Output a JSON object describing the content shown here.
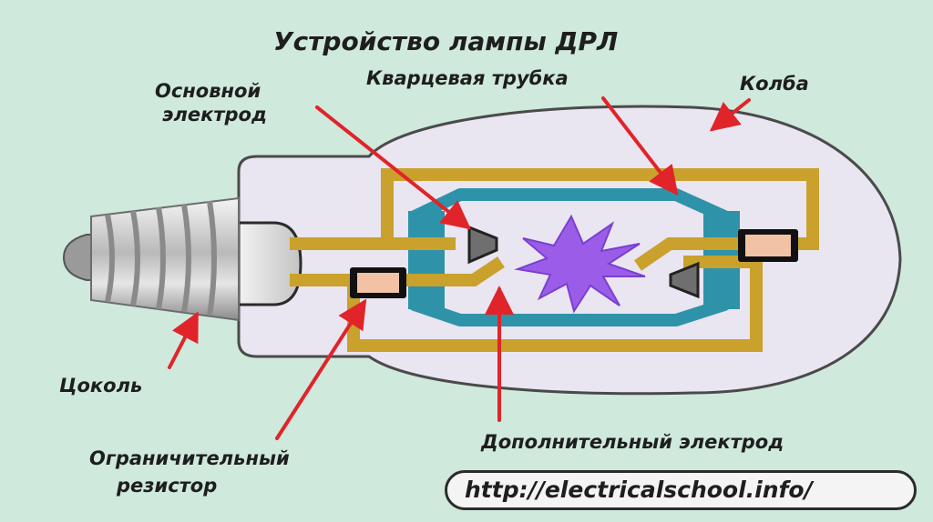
{
  "title": "Устройство лампы ДРЛ",
  "labels": {
    "main_electrode": [
      "Основной",
      "электрод"
    ],
    "quartz_tube": "Кварцевая трубка",
    "bulb": "Колба",
    "base": "Цоколь",
    "resistor": [
      "Ограничительный",
      "резистор"
    ],
    "extra_electrode": "Дополнительный электрод"
  },
  "url": "http://electricalschool.info/",
  "colors": {
    "background": "#cfe9dc",
    "bulb_fill": "#e9e5f1",
    "wire": "#c9a12c",
    "quartz_tube": "#2e93a8",
    "arrow": "#e0242a",
    "discharge": "#9b5ce8",
    "resistor_fill": "#f2c2a4",
    "electrode": "#6f6f6f"
  }
}
